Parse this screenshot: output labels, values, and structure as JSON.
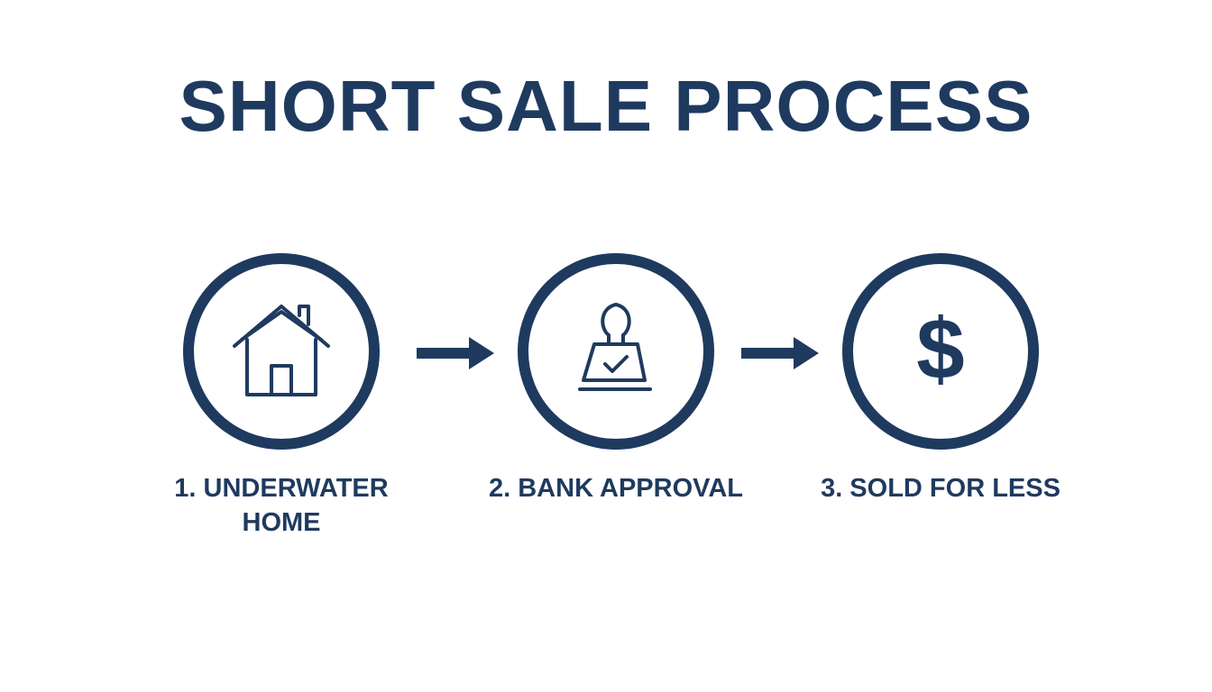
{
  "title": "SHORT SALE PROCESS",
  "colors": {
    "primary": "#1f3a5f",
    "background": "#ffffff"
  },
  "steps": [
    {
      "label": "1. UNDERWATER\nHOME",
      "icon": "house-icon"
    },
    {
      "label": "2. BANK APPROVAL",
      "icon": "approval-stamp-icon"
    },
    {
      "label": "3. SOLD FOR LESS",
      "icon": "dollar-sign-icon"
    }
  ],
  "dollar_symbol": "$"
}
